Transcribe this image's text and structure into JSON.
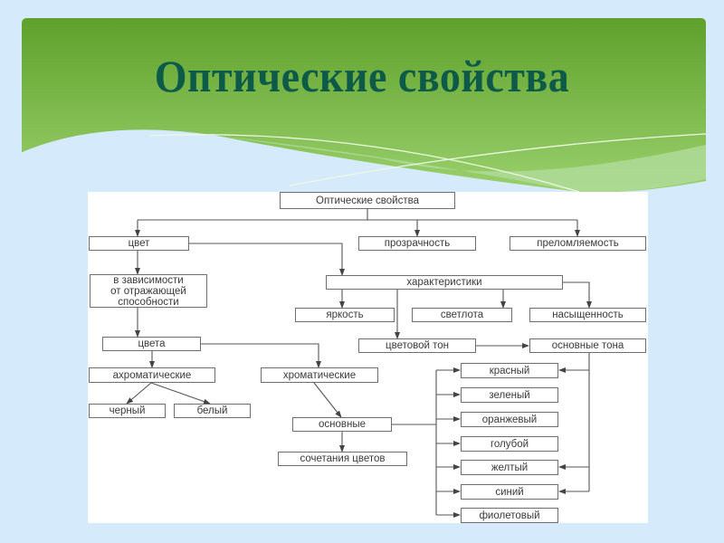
{
  "slide": {
    "title": "Оптические свойства",
    "colors": {
      "background": "#d5ebfc",
      "banner_top": "#5fa12c",
      "banner_bottom": "#96cd68",
      "title_text": "#0e5a49",
      "box_border": "#6e6e6e",
      "box_text": "#3a3a3a"
    }
  },
  "diagram": {
    "nodes": {
      "root": "Оптические свойства",
      "color": "цвет",
      "transparency": "прозрачность",
      "refraction": "преломляемость",
      "reflect": "в зависимости\nот отражающей\nспособности",
      "characteristics": "характеристики",
      "brightness": "яркость",
      "lightness": "светлота",
      "saturation": "насыщенность",
      "hue": "цветовой тон",
      "basic_tones": "основные тона",
      "colors": "цвета",
      "achromatic": "ахроматические",
      "chromatic": "хроматические",
      "black": "черный",
      "white": "белый",
      "basic": "основные",
      "combinations": "сочетания цветов",
      "red": "красный",
      "green": "зеленый",
      "orange": "оранжевый",
      "lightblue": "голубой",
      "yellow": "желтый",
      "blue": "синий",
      "violet": "фиолетовый"
    },
    "edges": [
      [
        "root",
        "color"
      ],
      [
        "root",
        "transparency"
      ],
      [
        "root",
        "refraction"
      ],
      [
        "color",
        "reflect"
      ],
      [
        "color",
        "characteristics"
      ],
      [
        "characteristics",
        "brightness"
      ],
      [
        "characteristics",
        "lightness"
      ],
      [
        "characteristics",
        "saturation"
      ],
      [
        "characteristics",
        "hue"
      ],
      [
        "hue",
        "basic_tones"
      ],
      [
        "reflect",
        "colors"
      ],
      [
        "colors",
        "achromatic"
      ],
      [
        "colors",
        "chromatic"
      ],
      [
        "achromatic",
        "black"
      ],
      [
        "achromatic",
        "white"
      ],
      [
        "chromatic",
        "basic"
      ],
      [
        "basic",
        "combinations"
      ],
      [
        "basic",
        "red"
      ],
      [
        "basic",
        "green"
      ],
      [
        "basic",
        "orange"
      ],
      [
        "basic",
        "lightblue"
      ],
      [
        "basic",
        "yellow"
      ],
      [
        "basic",
        "blue"
      ],
      [
        "basic",
        "violet"
      ],
      [
        "basic_tones",
        "red"
      ],
      [
        "basic_tones",
        "yellow"
      ],
      [
        "basic_tones",
        "blue"
      ]
    ]
  }
}
